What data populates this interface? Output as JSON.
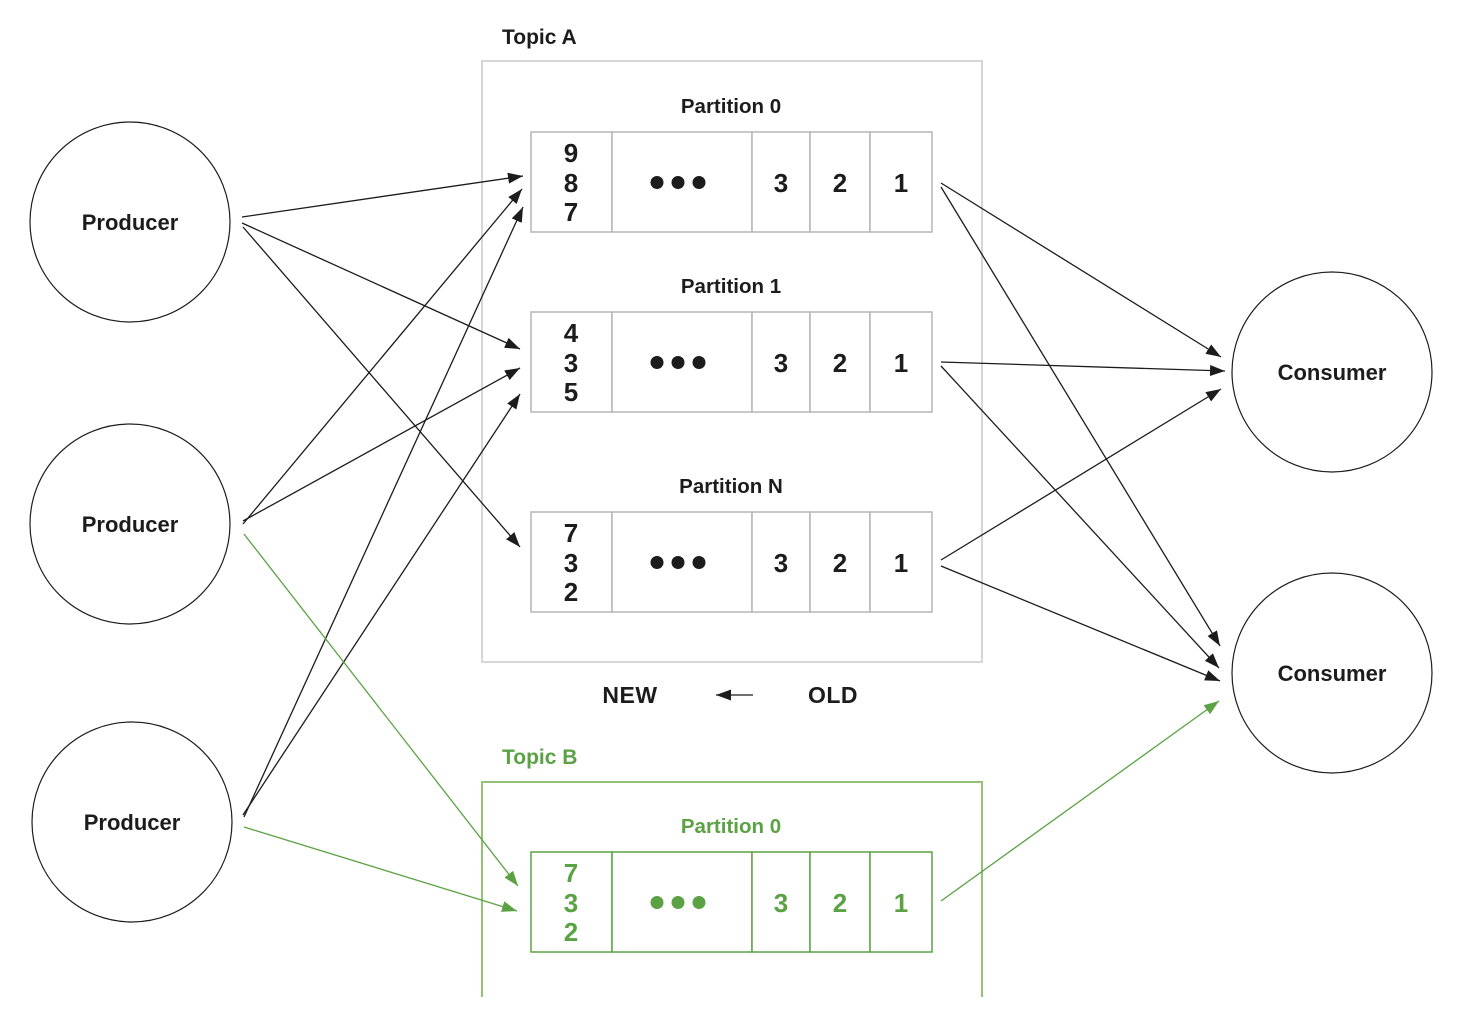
{
  "topic_a": {
    "label": "Topic A",
    "partitions": [
      {
        "label": "Partition 0",
        "newest": [
          "9",
          "8",
          "7"
        ],
        "oldest": [
          "3",
          "2",
          "1"
        ]
      },
      {
        "label": "Partition 1",
        "newest": [
          "4",
          "3",
          "5"
        ],
        "oldest": [
          "3",
          "2",
          "1"
        ]
      },
      {
        "label": "Partition N",
        "newest": [
          "7",
          "3",
          "2"
        ],
        "oldest": [
          "3",
          "2",
          "1"
        ]
      }
    ]
  },
  "topic_b": {
    "label": "Topic B",
    "partitions": [
      {
        "label": "Partition 0",
        "newest": [
          "7",
          "3",
          "2"
        ],
        "oldest": [
          "3",
          "2",
          "1"
        ]
      }
    ]
  },
  "producers": [
    "Producer",
    "Producer",
    "Producer"
  ],
  "consumers": [
    "Consumer",
    "Consumer"
  ],
  "legend": {
    "new_label": "NEW",
    "old_label": "OLD"
  },
  "colors": {
    "black": "#1c1c1c",
    "green": "#5ba244",
    "green_light": "#92c177",
    "gray_border": "#d6d6d6",
    "cell_border": "#b5b5b5"
  }
}
